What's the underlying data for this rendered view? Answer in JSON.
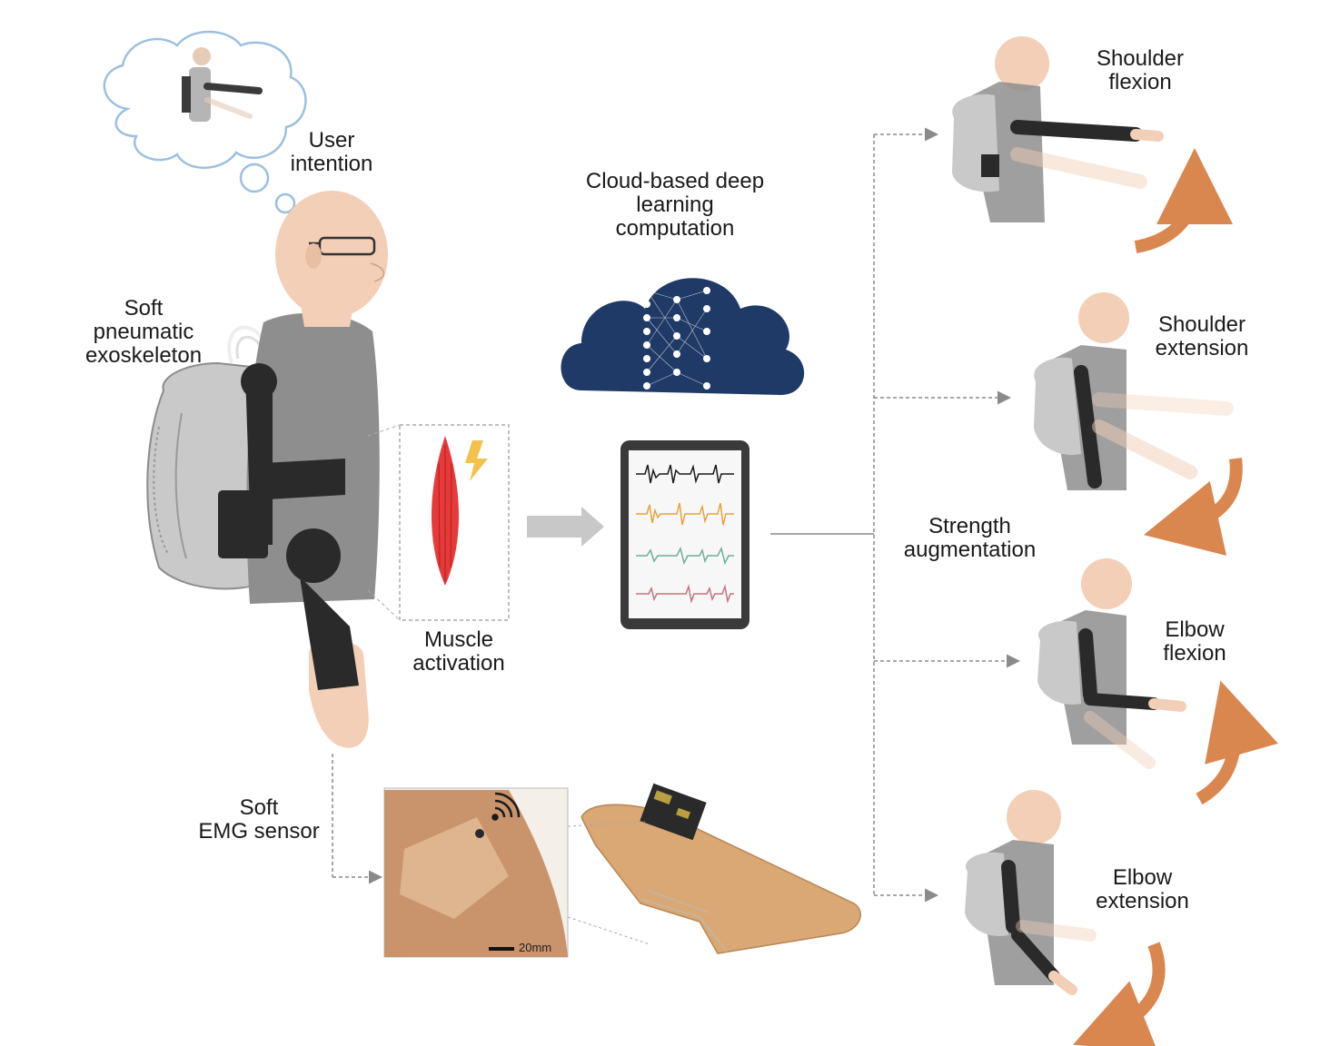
{
  "labels": {
    "user_intention": [
      "User",
      "intention"
    ],
    "soft_exoskeleton": [
      "Soft",
      "pneumatic",
      "exoskeleton"
    ],
    "cloud_computation": [
      "Cloud-based deep",
      "learning",
      "computation"
    ],
    "muscle_activation": [
      "Muscle",
      "activation"
    ],
    "strength_augmentation": [
      "Strength",
      "augmentation"
    ],
    "soft_emg_sensor": [
      "Soft",
      "EMG sensor"
    ],
    "shoulder_flexion": [
      "Shoulder",
      "flexion"
    ],
    "shoulder_extension": [
      "Shoulder",
      "extension"
    ],
    "elbow_flexion": [
      "Elbow",
      "flexion"
    ],
    "elbow_extension": [
      "Elbow",
      "extension"
    ]
  },
  "scale_bar": "20mm",
  "icons": [
    "thought-cloud-icon",
    "lightning-icon",
    "wireless-signal-icon",
    "neural-network-icon"
  ],
  "colors": {
    "cloud": "#1f3a66",
    "muscle": "#e63a3a",
    "arrow_orange": "#d9864f",
    "exoskeleton": "#2a2a2a",
    "shirt": "#8e8e8e",
    "skin": "#f2cfb6",
    "signal_black": "#1a1a1a",
    "signal_orange": "#e7a33a",
    "signal_green": "#6fae9a",
    "signal_red": "#c9707a"
  }
}
